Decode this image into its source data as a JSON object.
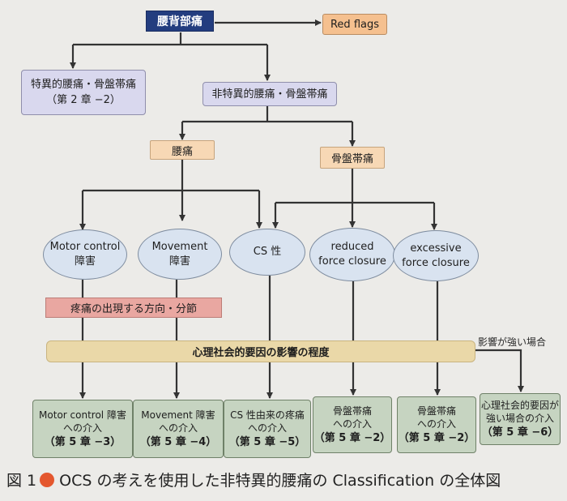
{
  "nodes": {
    "root": "腰背部痛",
    "red_flags": "Red flags",
    "specific": {
      "line1": "特異的腰痛・骨盤帯痛",
      "line2": "（第 2 章 −2）"
    },
    "nonspecific": "非特異的腰痛・骨盤帯痛",
    "low_back": "腰痛",
    "pelvic": "骨盤帯痛"
  },
  "categories": [
    {
      "line1": "Motor control",
      "line2": "障害"
    },
    {
      "line1": "Movement",
      "line2": "障害"
    },
    {
      "line1": "CS 性",
      "line2": ""
    },
    {
      "line1": "reduced",
      "line2": "force closure"
    },
    {
      "line1": "excessive",
      "line2": "force closure"
    }
  ],
  "band_pain_direction": "疼痛の出現する方向・分節",
  "band_psychosocial": "心理社会的要因の影響の程度",
  "psychosocial_note": "影響が強い場合",
  "interventions": [
    {
      "line1": "Motor control 障害",
      "line2": "への介入",
      "chapter": "（第 5 章 −3）"
    },
    {
      "line1": "Movement 障害",
      "line2": "への介入",
      "chapter": "（第 5 章 −4）"
    },
    {
      "line1": "CS 性由来の疼痛",
      "line2": "への介入",
      "chapter": "（第 5 章 −5）"
    },
    {
      "line1": "骨盤帯痛",
      "line2": "への介入",
      "chapter": "（第 5 章 −2）"
    },
    {
      "line1": "骨盤帯痛",
      "line2": "への介入",
      "chapter": "（第 5 章 −2）"
    },
    {
      "line1": "心理社会的要因が",
      "line2": "強い場合の介入",
      "chapter": "（第 5 章 −6）"
    }
  ],
  "caption": {
    "figure_label": "図 1",
    "text": "OCS の考えを使用した非特異的腰痛の Classification の全体図"
  },
  "colors": {
    "root_fill": "#233d7f",
    "red_flags_fill": "#f5c08f",
    "ellipse_fill": "#d9e3f0",
    "intervention_fill": "#c6d4c1",
    "band_pink": "#e9a7a1",
    "band_tan": "#ead8a8",
    "caption_dot": "#e4572e"
  }
}
